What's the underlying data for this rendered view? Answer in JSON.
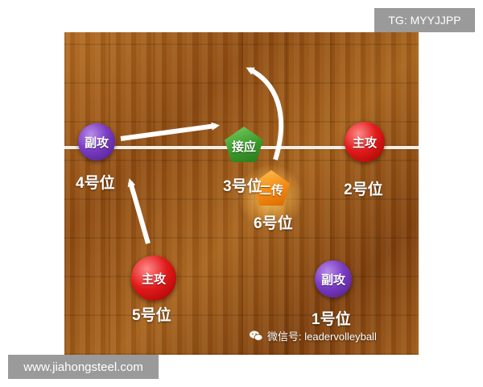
{
  "overlay": {
    "top_right_tag": "TG: MYYJJPP",
    "bottom_left_site": "www.jiahongsteel.com"
  },
  "players": {
    "opposite_hitter": "副攻",
    "setter_receiver": "接应",
    "outside_hitter_front": "主攻",
    "outside_hitter_back": "主攻",
    "setter": "二传",
    "opposite_hitter_back": "副攻"
  },
  "positions": {
    "pos4": "4号位",
    "pos3": "3号位",
    "pos2": "2号位",
    "pos6": "6号位",
    "pos5": "5号位",
    "pos1": "1号位"
  },
  "watermark": {
    "text": "微信号: leadervolleyball",
    "icon": "wechat-icon"
  },
  "colors": {
    "purple": "#7a3cc4",
    "red": "#e21b1b",
    "green": "#3a9a2a",
    "orange": "#f48a12",
    "net": "#f4efe6",
    "overlay": "#9a9a9a"
  }
}
